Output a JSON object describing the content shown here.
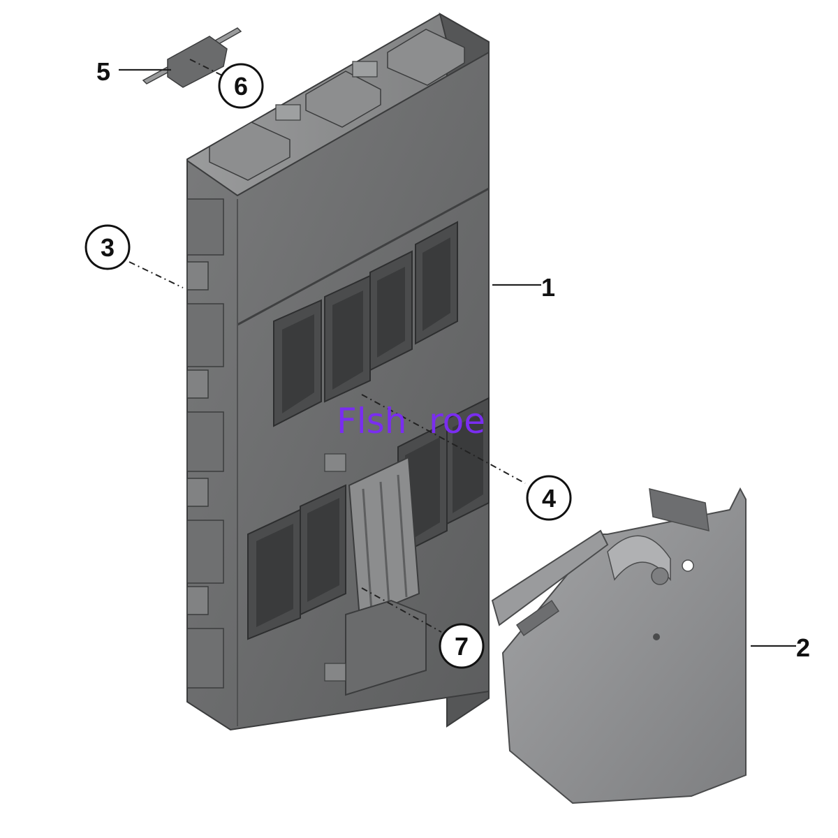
{
  "callouts": {
    "c1": "1",
    "c2": "2",
    "c3": "3",
    "c4": "4",
    "c5": "5",
    "c6": "6",
    "c7": "7"
  },
  "watermark": "Flsh  roe",
  "colors": {
    "body_gray": "#6b6c6d",
    "body_light": "#8a8b8c",
    "body_dark": "#4a4b4c",
    "bracket_gray": "#8e8f91",
    "watermark": "#7a2df0"
  }
}
